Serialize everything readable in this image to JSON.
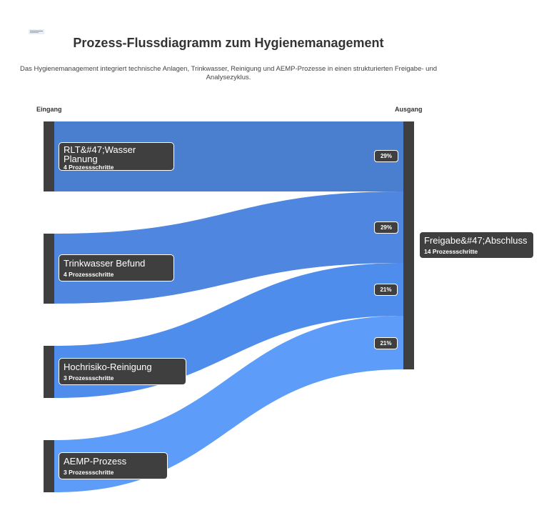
{
  "title": "Prozess-Flussdiagramm zum Hygienemanagement",
  "subtitle": "Das Hygienemanagement integriert technische Anlagen, Trinkwasser, Reinigung und AEMP-Prozesse in einen strukturierten Freigabe- und Analysezyklus.",
  "columns": {
    "input": "Eingang",
    "output": "Ausgang"
  },
  "sources": [
    {
      "name": "RLT&#47;Wasser Planung",
      "steps": "4 Prozessschritte",
      "percent": "29%",
      "color": "#4a7fd0"
    },
    {
      "name": "Trinkwasser Befund",
      "steps": "4 Prozessschritte",
      "percent": "29%",
      "color": "#4f86e0"
    },
    {
      "name": "Hochrisiko-Reinigung",
      "steps": "3 Prozessschritte",
      "percent": "21%",
      "color": "#4f8ded"
    },
    {
      "name": "AEMP-Prozess",
      "steps": "3 Prozessschritte",
      "percent": "21%",
      "color": "#5d9cf8"
    }
  ],
  "target": {
    "name": "Freigabe&#47;Abschluss",
    "steps": "14 Prozessschritte"
  }
}
